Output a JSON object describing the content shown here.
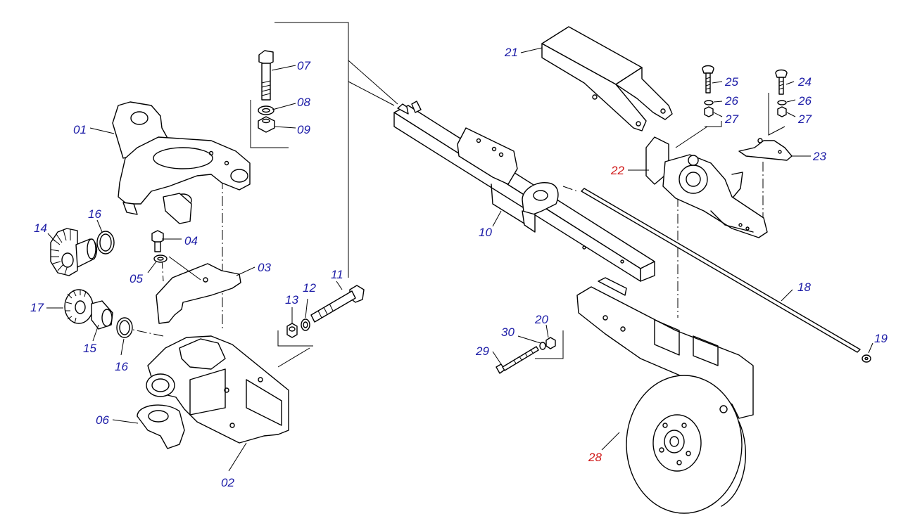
{
  "diagram": {
    "colors": {
      "label_normal": "#1a1aa6",
      "label_highlight": "#d01818",
      "line": "#000000"
    },
    "labels": [
      {
        "id": "07",
        "text": "07",
        "highlight": false
      },
      {
        "id": "08",
        "text": "08",
        "highlight": false
      },
      {
        "id": "09",
        "text": "09",
        "highlight": false
      },
      {
        "id": "01",
        "text": "01",
        "highlight": false
      },
      {
        "id": "04",
        "text": "04",
        "highlight": false
      },
      {
        "id": "03",
        "text": "03",
        "highlight": false
      },
      {
        "id": "05",
        "text": "05",
        "highlight": false
      },
      {
        "id": "14",
        "text": "14",
        "highlight": false
      },
      {
        "id": "16a",
        "text": "16",
        "highlight": false
      },
      {
        "id": "17",
        "text": "17",
        "highlight": false
      },
      {
        "id": "15",
        "text": "15",
        "highlight": false
      },
      {
        "id": "16b",
        "text": "16",
        "highlight": false
      },
      {
        "id": "06",
        "text": "06",
        "highlight": false
      },
      {
        "id": "02",
        "text": "02",
        "highlight": false
      },
      {
        "id": "11",
        "text": "11",
        "highlight": false
      },
      {
        "id": "12",
        "text": "12",
        "highlight": false
      },
      {
        "id": "13",
        "text": "13",
        "highlight": false
      },
      {
        "id": "10",
        "text": "10",
        "highlight": false
      },
      {
        "id": "21",
        "text": "21",
        "highlight": false
      },
      {
        "id": "25",
        "text": "25",
        "highlight": false
      },
      {
        "id": "26a",
        "text": "26",
        "highlight": false
      },
      {
        "id": "27a",
        "text": "27",
        "highlight": false
      },
      {
        "id": "24",
        "text": "24",
        "highlight": false
      },
      {
        "id": "26b",
        "text": "26",
        "highlight": false
      },
      {
        "id": "27b",
        "text": "27",
        "highlight": false
      },
      {
        "id": "22",
        "text": "22",
        "highlight": true
      },
      {
        "id": "23",
        "text": "23",
        "highlight": false
      },
      {
        "id": "18",
        "text": "18",
        "highlight": false
      },
      {
        "id": "19",
        "text": "19",
        "highlight": false
      },
      {
        "id": "20",
        "text": "20",
        "highlight": false
      },
      {
        "id": "30",
        "text": "30",
        "highlight": false
      },
      {
        "id": "29",
        "text": "29",
        "highlight": false
      },
      {
        "id": "28",
        "text": "28",
        "highlight": true
      }
    ]
  }
}
